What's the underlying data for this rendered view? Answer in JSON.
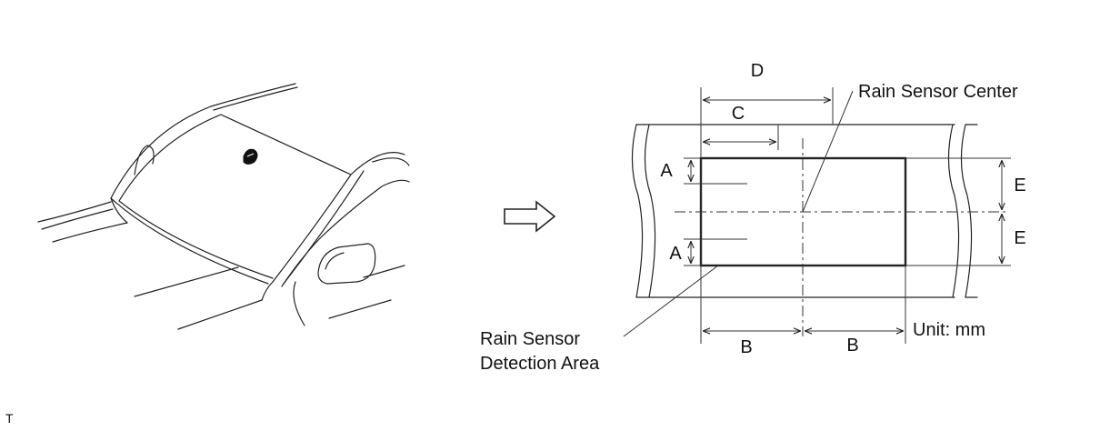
{
  "diagram": {
    "labels": {
      "sensor_center": "Rain Sensor Center",
      "detection_area_line1": "Rain Sensor",
      "detection_area_line2": "Detection Area",
      "unit": "Unit: mm"
    },
    "dimensions": {
      "a": "A",
      "b": "B",
      "c": "C",
      "d": "D",
      "e": "E"
    },
    "corner_mark": "T"
  }
}
